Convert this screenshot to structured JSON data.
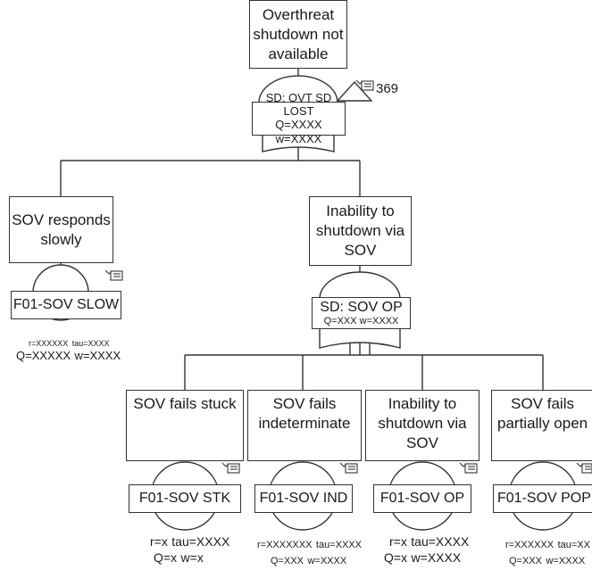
{
  "top": {
    "label": "Overthreat\nshutdown not\navailable",
    "id": "SD: OVT SD LOST",
    "q_text": "Q=XXXX",
    "w_text": "w=XXXX",
    "transfer_ref": "369"
  },
  "left": {
    "label": "SOV responds\nslowly",
    "id": "F01-SOV SLOW",
    "r_text": "r=XXXXXX",
    "tau_text": "tau=XXXX",
    "q_text": "Q=XXXXX",
    "w_text": "w=XXXX"
  },
  "mid": {
    "label": "Inability to\nshutdown via\nSOV",
    "id": "SD: SOV OP",
    "q_text": "Q=XXX",
    "w_text": "w=XXXX"
  },
  "bottom": [
    {
      "label": "SOV fails stuck",
      "id": "F01-SOV STK",
      "line1_a": "r=x",
      "line1_b": "tau=XXXX",
      "line2_a": "Q=x",
      "line2_b": "w=x"
    },
    {
      "label": "SOV fails\nindeterminate",
      "id": "F01-SOV IND",
      "line1_a": "r=XXXXXXX",
      "line1_b": "tau=XXXX",
      "line2_a": "Q=XXX",
      "line2_b": "w=XXXX"
    },
    {
      "label": "Inability to\nshutdown via\nSOV",
      "id": "F01-SOV OP",
      "line1_a": "r=x",
      "line1_b": "tau=XXXX",
      "line2_a": "Q=x",
      "line2_b": "w=XXXX"
    },
    {
      "label": "SOV fails\npartially open",
      "id": "F01-SOV POP",
      "line1_a": "r=XXXXXX",
      "line1_b": "tau=XX",
      "line2_a": "Q=XXX",
      "line2_b": "w=XXXX"
    }
  ]
}
